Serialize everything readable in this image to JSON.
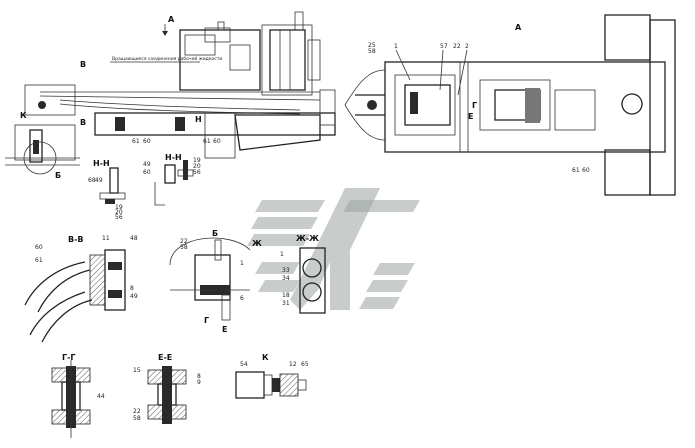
{
  "colors": {
    "line": "#333333",
    "dark": "#2a2a2a",
    "watermark": "#9aa4a0"
  },
  "section_titles": {
    "view_a_arrow": "А",
    "view_a": "А",
    "hh_left": "Н-Н",
    "hh_right": "Н-Н",
    "bb": "В-В",
    "b": "Б",
    "zhzh": "Ж-Ж",
    "gg": "Г-Г",
    "ee": "Е-Е",
    "k": "К"
  },
  "section_marks": {
    "left_b_top": "В",
    "left_b_bottom": "В",
    "left_k": "К",
    "left_bb": "Б",
    "left_h": "Н",
    "center_zh": "Ж",
    "right_g": "Г",
    "right_e": "Е",
    "b_g": "Г",
    "b_e": "Е"
  },
  "callouts": {
    "main_61": "61",
    "main_60": "60",
    "a_25": "25",
    "a_58": "58",
    "a_1": "1",
    "a_57": "57",
    "a_22": "22",
    "a_2": "2",
    "a_61": "61",
    "a_60": "60",
    "hh_68": "68",
    "hh_49": "49",
    "hh_19": "19",
    "hh_20": "20",
    "hh_56": "56",
    "hh2_49": "49",
    "hh2_60": "60",
    "hh2_19": "19",
    "hh2_20": "20",
    "hh2_56": "56",
    "bb_60": "60",
    "bb_61": "61",
    "bb_11": "11",
    "bb_48": "48",
    "bb_8": "8",
    "bb_49": "49",
    "b_22": "22",
    "b_58": "58",
    "b_1": "1",
    "b_6": "6",
    "zh_1": "1",
    "zh_33": "33",
    "zh_34": "34",
    "zh_18": "18",
    "zh_31": "31",
    "gg_44": "44",
    "ee_15": "15",
    "ee_8": "8",
    "ee_9": "9",
    "ee_22": "22",
    "ee_58": "58",
    "k_54": "54",
    "k_12": "12",
    "k_65": "65"
  },
  "note_text": "Вращающиеся соединения рабочей жидкости"
}
